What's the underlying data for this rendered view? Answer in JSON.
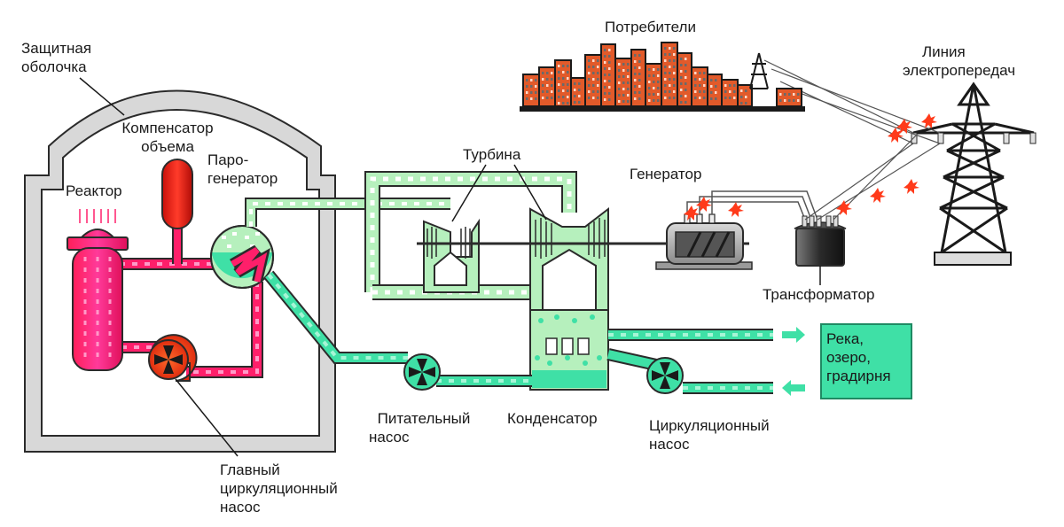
{
  "labels": {
    "containment_1": "Защитная",
    "containment_2": "оболочка",
    "pressurizer_1": "Компенсатор",
    "pressurizer_2": "объема",
    "reactor": "Реактор",
    "steam_gen_1": "Паро-",
    "steam_gen_2": "генератор",
    "turbine": "Турбина",
    "generator": "Генератор",
    "consumers": "Потребители",
    "power_line_1": "Линия",
    "power_line_2": "электропередач",
    "transformer": "Трансформатор",
    "feed_pump_1": "Питательный",
    "feed_pump_2": "насос",
    "condenser": "Конденсатор",
    "circ_pump_1": "Циркуляционный",
    "circ_pump_2": "насос",
    "main_pump_1": "Главный",
    "main_pump_2": "циркуляционный",
    "main_pump_3": "насос",
    "river_1": "Река,",
    "river_2": "озеро,",
    "river_3": "градирня"
  },
  "colors": {
    "primary_loop": "#ff1f6a",
    "reactor": "#ff2a8a",
    "secondary_loop": "#3fe0a6",
    "steam_loop": "#b6f0bd",
    "pipe_outline": "#2b2b2b",
    "building": "#e25a2a",
    "spark": "#ff3a1a"
  }
}
